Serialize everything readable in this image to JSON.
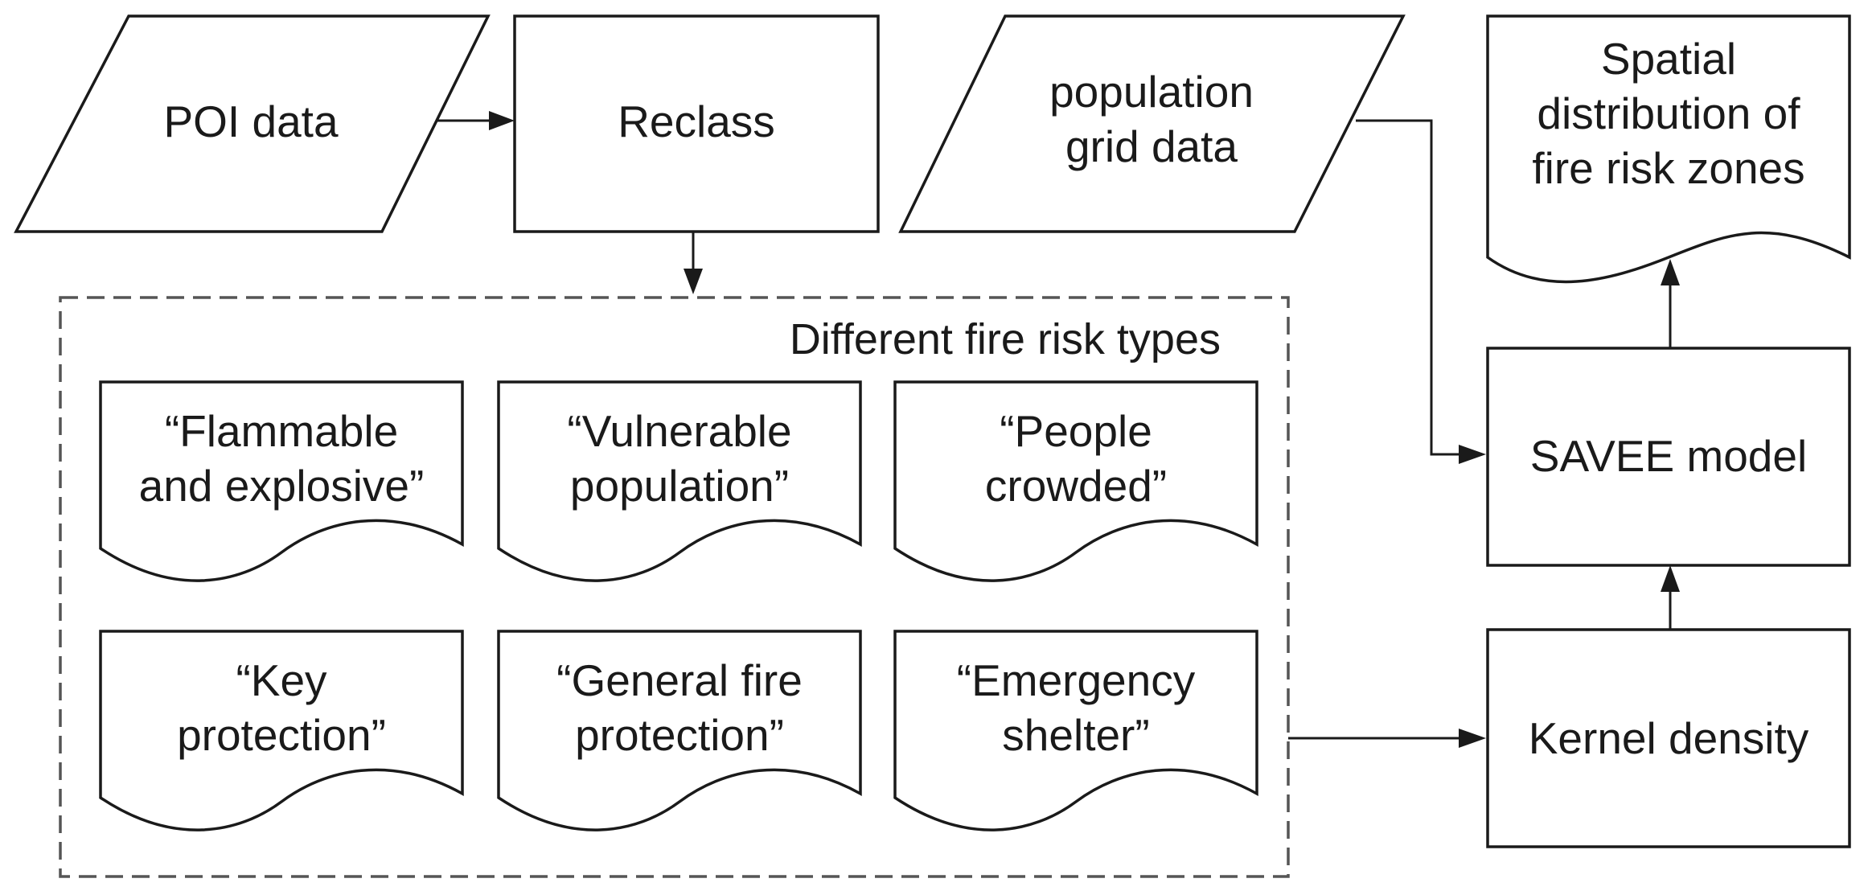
{
  "nodes": {
    "poi": {
      "lines": [
        "POI data"
      ]
    },
    "reclass": {
      "lines": [
        "Reclass"
      ]
    },
    "population": {
      "lines": [
        "population",
        "grid data"
      ]
    },
    "spatial": {
      "lines": [
        "Spatial",
        "distribution of",
        "fire risk zones"
      ]
    },
    "savee": {
      "lines": [
        "SAVEE model"
      ]
    },
    "kernel": {
      "lines": [
        "Kernel density"
      ]
    }
  },
  "group": {
    "title": "Different fire risk types",
    "items": [
      {
        "lines": [
          "“Flammable",
          "and explosive”"
        ]
      },
      {
        "lines": [
          "“Vulnerable",
          "population”"
        ]
      },
      {
        "lines": [
          "“People",
          "crowded”"
        ]
      },
      {
        "lines": [
          "“Key",
          "protection”"
        ]
      },
      {
        "lines": [
          "“General fire",
          "protection”"
        ]
      },
      {
        "lines": [
          "“Emergency",
          "shelter”"
        ]
      }
    ]
  }
}
